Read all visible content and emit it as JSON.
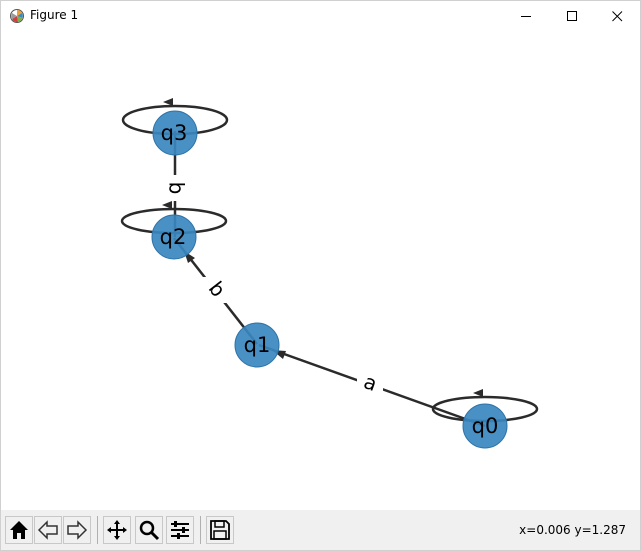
{
  "window": {
    "title": "Figure 1"
  },
  "graph": {
    "nodes": [
      {
        "id": "q0",
        "label": "q0"
      },
      {
        "id": "q1",
        "label": "q1"
      },
      {
        "id": "q2",
        "label": "q2"
      },
      {
        "id": "q3",
        "label": "q3"
      }
    ],
    "edges": [
      {
        "from": "q0",
        "to": "q1",
        "label": "a"
      },
      {
        "from": "q1",
        "to": "q2",
        "label": "b"
      },
      {
        "from": "q2",
        "to": "q3",
        "label": "b"
      },
      {
        "from": "q0",
        "to": "q0",
        "label": ""
      },
      {
        "from": "q2",
        "to": "q2",
        "label": ""
      },
      {
        "from": "q3",
        "to": "q3",
        "label": ""
      }
    ],
    "node_color": "#3a87c0",
    "edge_color": "#2b2b2b"
  },
  "toolbar": {
    "buttons": [
      "home-icon",
      "back-arrow-icon",
      "forward-arrow-icon",
      "pan-icon",
      "zoom-icon",
      "configure-subplots-icon",
      "save-icon"
    ]
  },
  "status": {
    "coords": "x=0.006 y=1.287"
  }
}
